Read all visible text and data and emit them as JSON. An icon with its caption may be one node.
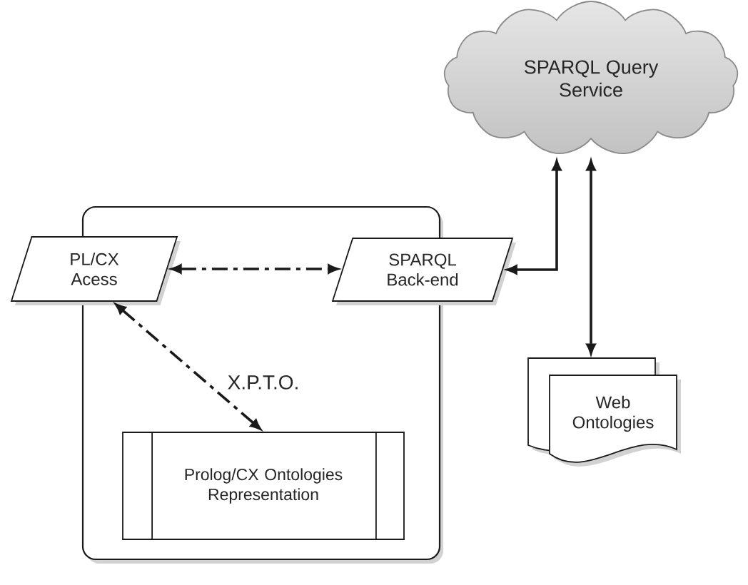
{
  "diagram": {
    "nodes": [
      {
        "text": [
          "SPARQL Query Service"
        ]
      },
      {
        "text": [],
        "shape": "box"
      },
      {
        "text": [
          "PL/CX Acess"
        ]
      },
      {
        "text": [
          "SPARQL Back-end"
        ]
      },
      {
        "text": [
          "Web Ontologies"
        ]
      },
      {
        "text": [
          "Prolog/CX Ontologies Representation"
        ],
        "in": 1
      }
    ],
    "edges": [
      {
        "from": 2,
        "to": 3,
        "arrow": "both",
        "style": "dashed"
      },
      {
        "from": 2,
        "to": 5,
        "arrow": "both",
        "style": "dashed",
        "label": "X.P.T.O."
      },
      {
        "from": 3,
        "to": 0,
        "arrow": "both"
      },
      {
        "from": 0,
        "to": 4,
        "arrow": "both"
      }
    ]
  }
}
